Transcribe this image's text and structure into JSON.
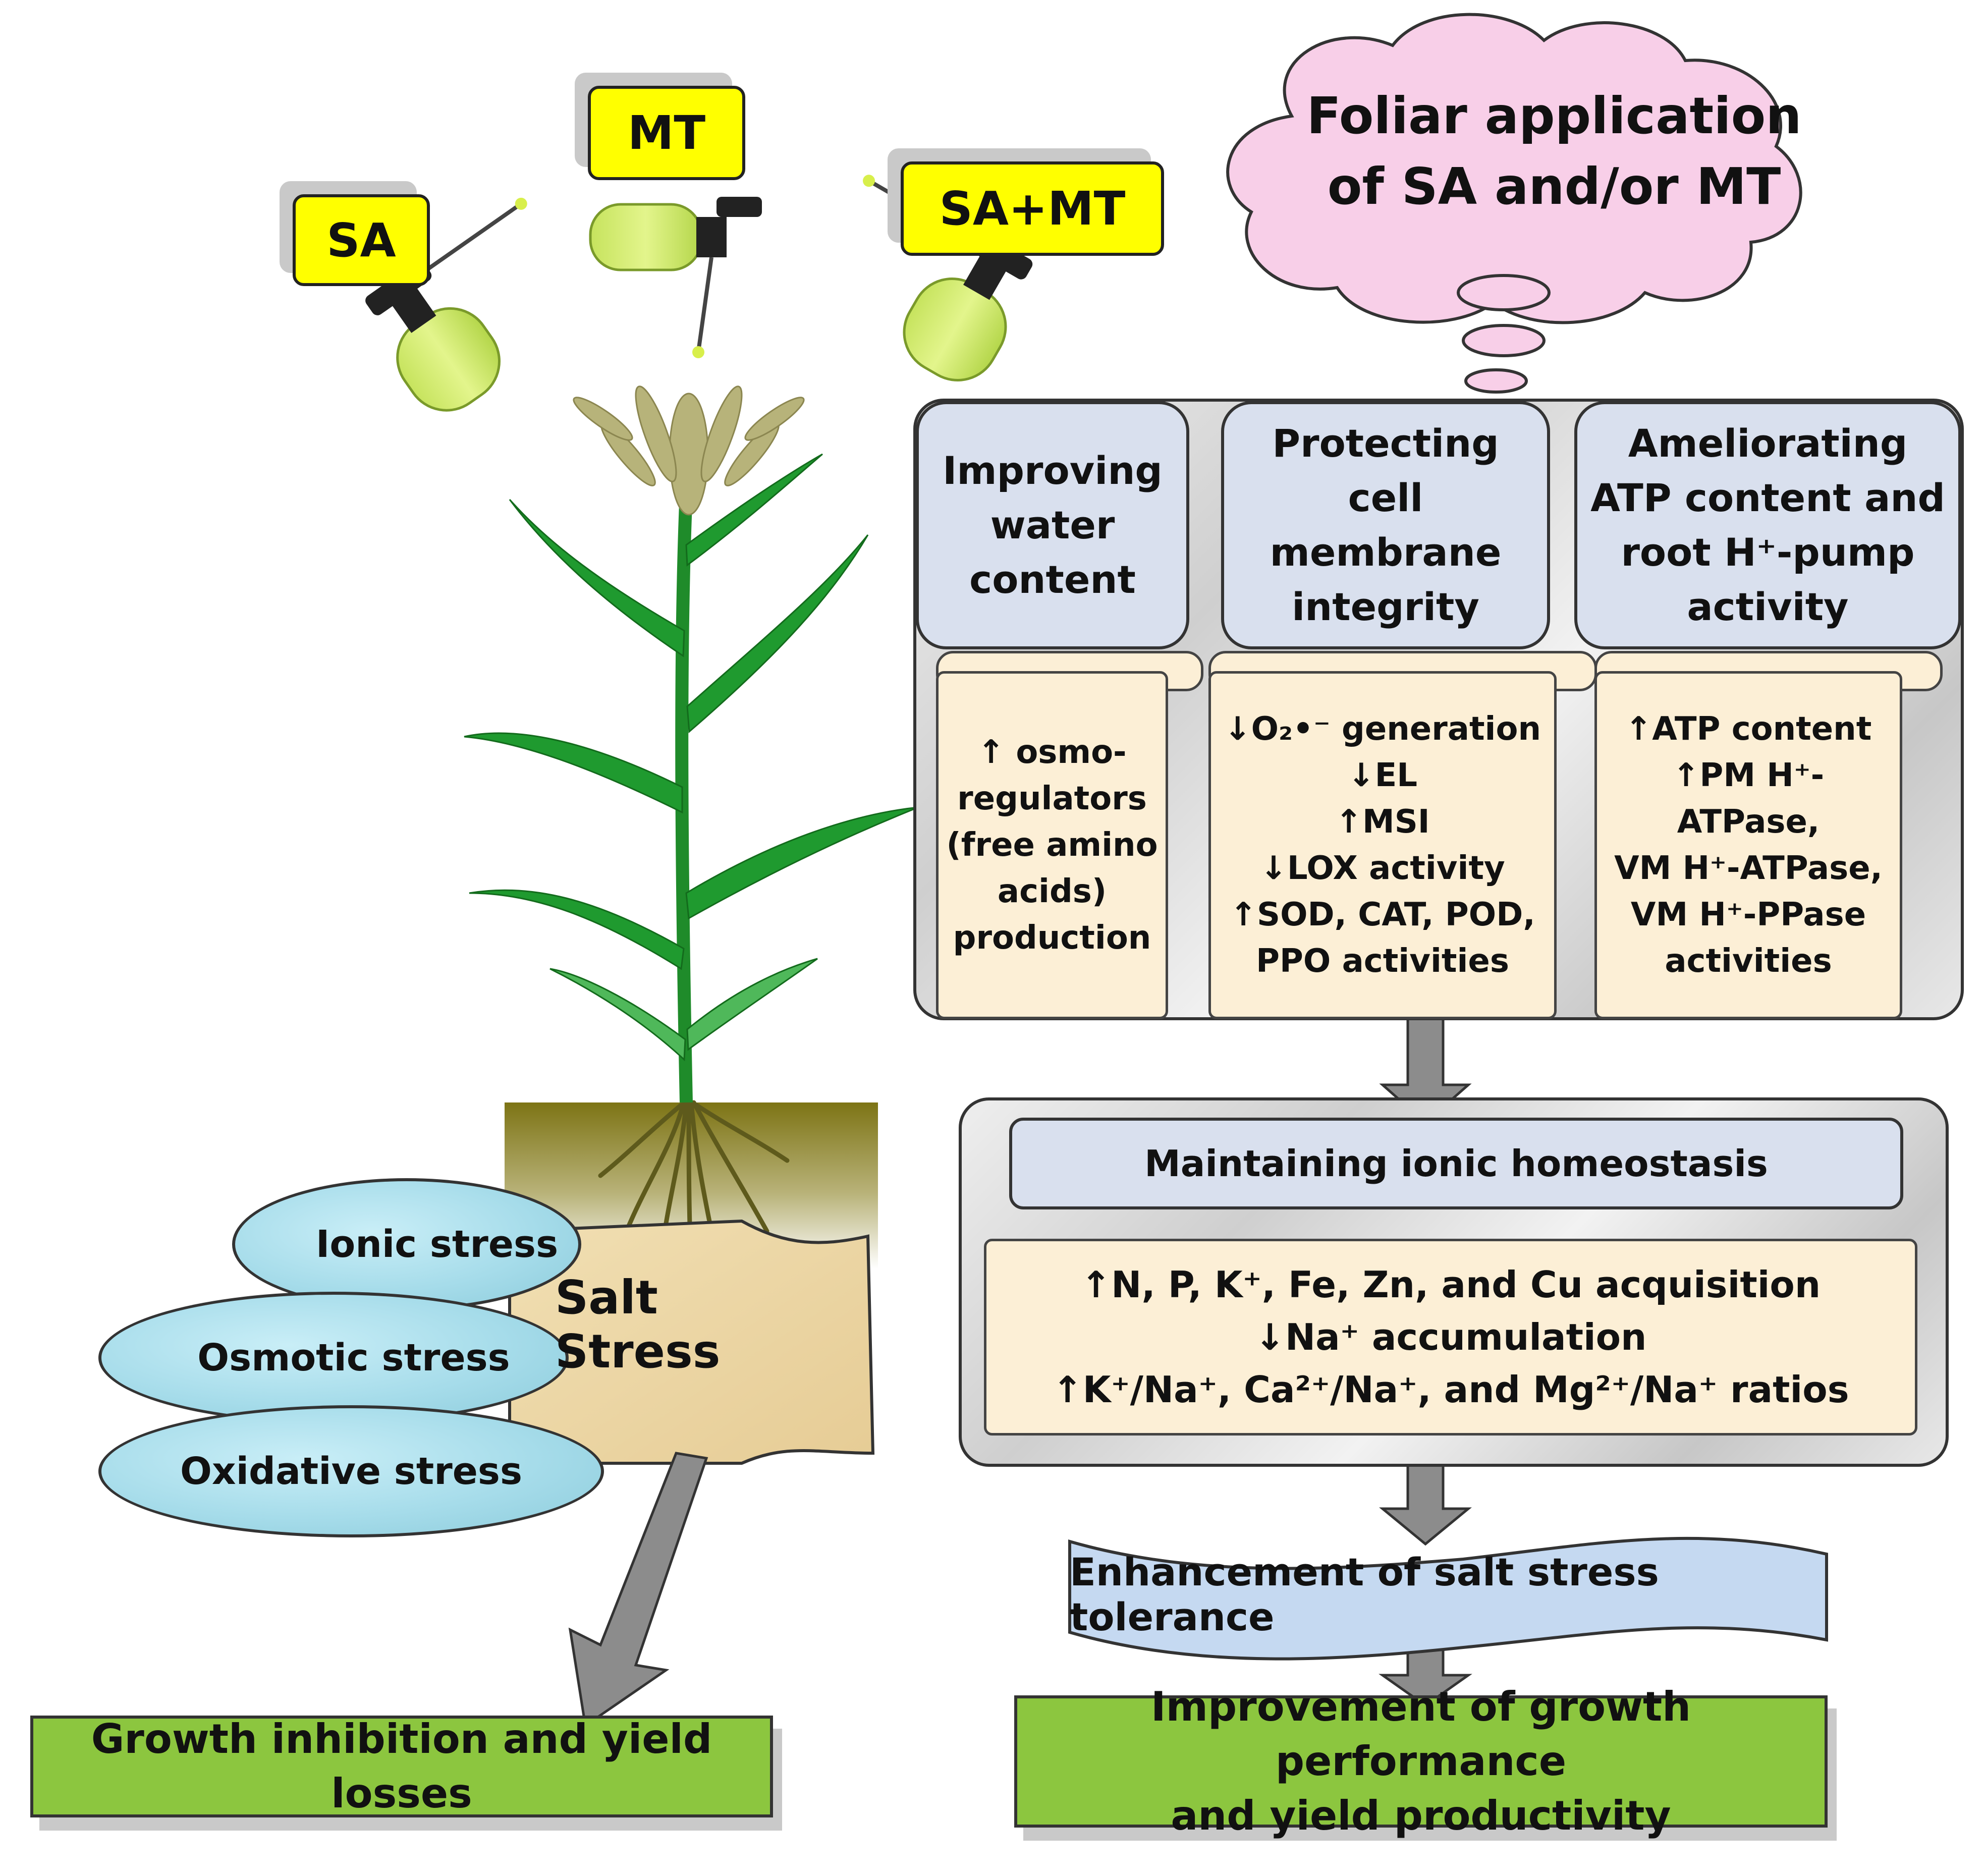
{
  "sprayers": {
    "sa": "SA",
    "mt": "MT",
    "samt": "SA+MT"
  },
  "cloud": {
    "text": "Foliar application\nof SA and/or MT"
  },
  "effects": [
    {
      "title": "Improving\nwater\ncontent",
      "details": "↑ osmo-\nregulators\n(free amino\nacids)\nproduction"
    },
    {
      "title": "Protecting\ncell\nmembrane\nintegrity",
      "details": "↓O₂•⁻ generation\n↓EL\n↑MSI\n↓LOX activity\n↑SOD, CAT, POD,\nPPO activities"
    },
    {
      "title": "Ameliorating\nATP content and\nroot H⁺-pump\nactivity",
      "details": "↑ATP content\n↑PM H⁺-\nATPase,\nVM H⁺-ATPase,\nVM H⁺-PPase\nactivities"
    }
  ],
  "ionic": {
    "title": "Maintaining ionic homeostasis",
    "details": "↑N, P, K⁺, Fe, Zn, and Cu acquisition\n↓Na⁺ accumulation\n↑K⁺/Na⁺, Ca²⁺/Na⁺, and Mg²⁺/Na⁺ ratios"
  },
  "tolerance": "Enhancement of salt stress tolerance",
  "improvement": "Improvement of growth performance\nand yield productivity",
  "stress": {
    "salt": "Salt Stress",
    "ionic": "Ionic stress",
    "osmotic": "Osmotic stress",
    "oxidative": "Oxidative stress"
  },
  "growth_inhibition": "Growth inhibition and yield losses"
}
